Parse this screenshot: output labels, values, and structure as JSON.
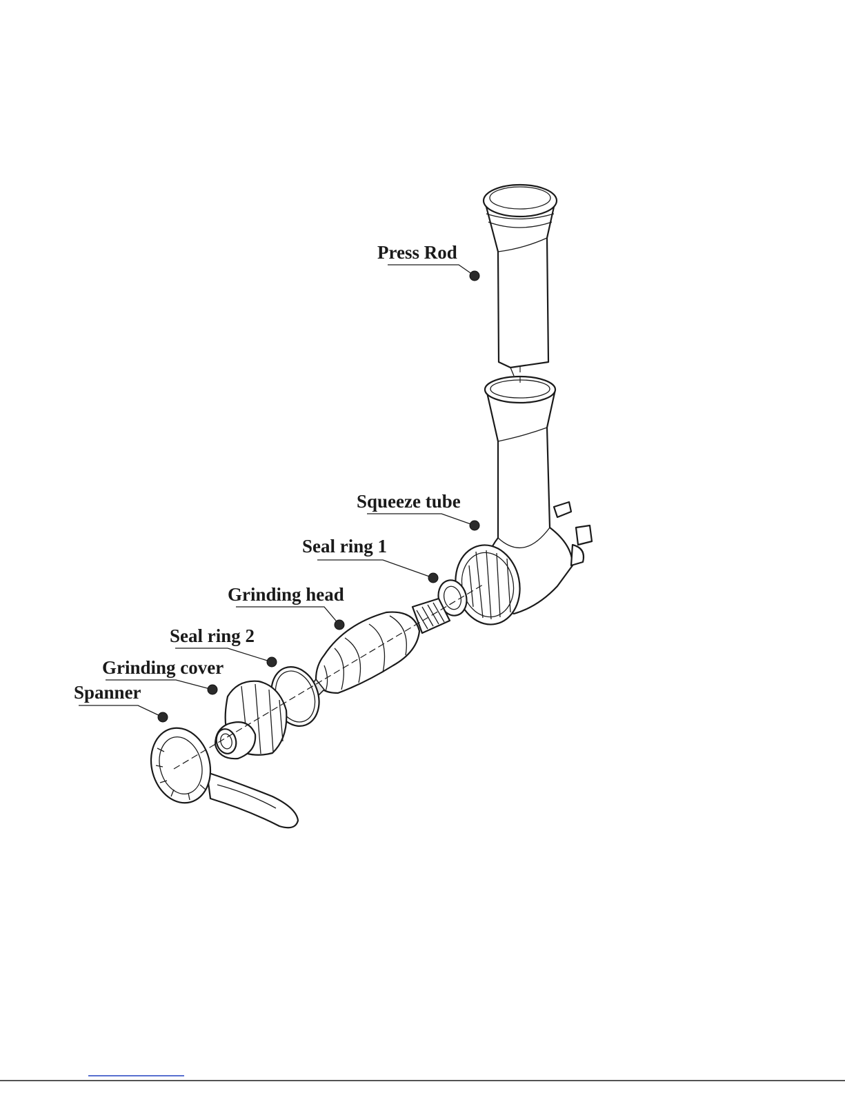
{
  "diagram": {
    "parts": [
      {
        "id": "press-rod",
        "label": "Press Rod"
      },
      {
        "id": "squeeze-tube",
        "label": "Squeeze tube"
      },
      {
        "id": "seal-ring-1",
        "label": "Seal ring 1"
      },
      {
        "id": "grinding-head",
        "label": "Grinding head"
      },
      {
        "id": "seal-ring-2",
        "label": "Seal ring 2"
      },
      {
        "id": "grinding-cover",
        "label": "Grinding cover"
      },
      {
        "id": "spanner",
        "label": "Spanner"
      }
    ]
  }
}
